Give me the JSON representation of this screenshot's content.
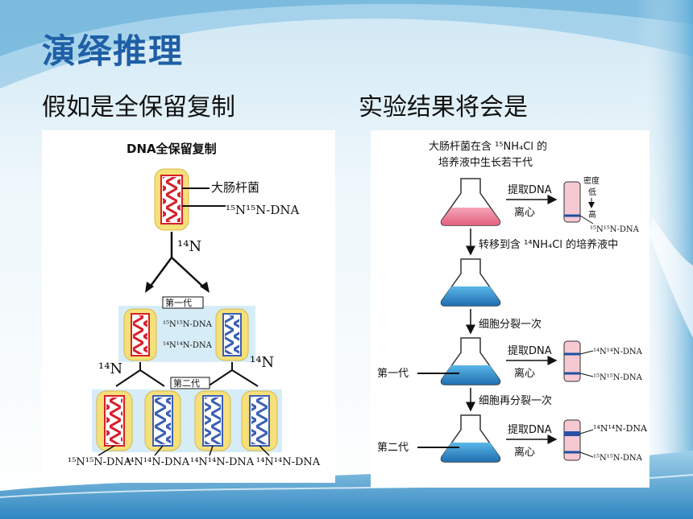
{
  "slide": {
    "title": "演绎推理",
    "left_heading": "假如是全保留复制",
    "right_heading": "实验结果将会是"
  },
  "left_diagram": {
    "caption": "DNA全保留复制",
    "bacteria_label": "大肠杆菌",
    "parent_label": "¹⁵N¹⁵N-DNA",
    "medium_label": "¹⁴N",
    "gen1_tag": "第一代",
    "gen1_labels": [
      "¹⁵N¹⁵N-DNA",
      "¹⁴N¹⁴N-DNA"
    ],
    "side_label_left": "¹⁴N",
    "side_label_right": "¹⁴N",
    "gen2_tag": "第二代",
    "gen2_labels": [
      "¹⁵N¹⁵N-DNA",
      "¹⁴N¹⁴N-DNA",
      "¹⁴N¹⁴N-DNA",
      "¹⁴N¹⁴N-DNA"
    ]
  },
  "right_diagram": {
    "caption_line1": "大肠杆菌在含 ¹⁵NH₄Cl 的",
    "caption_line2": "培养液中生长若干代",
    "extract1": "提取DNA",
    "centrifuge1": "离心",
    "density_label": "密度",
    "low_label": "低",
    "high_label": "高",
    "band0": "¹⁵N¹⁵N-DNA",
    "transfer": "转移到含 ¹⁴NH₄Cl 的培养液中",
    "divide_once": "细胞分裂一次",
    "gen1_label": "第一代",
    "extract2": "提取DNA",
    "centrifuge2": "离心",
    "gen1_band_top": "¹⁴N¹⁴N-DNA",
    "gen1_band_bottom": "¹⁵N¹⁵N-DNA",
    "divide_again": "细胞再分裂一次",
    "gen2_label": "第二代",
    "extract3": "提取DNA",
    "centrifuge3": "离心",
    "gen2_band_top": "¹⁴N¹⁴N-DNA",
    "gen2_band_bottom": "¹⁵N¹⁵N-DNA"
  }
}
